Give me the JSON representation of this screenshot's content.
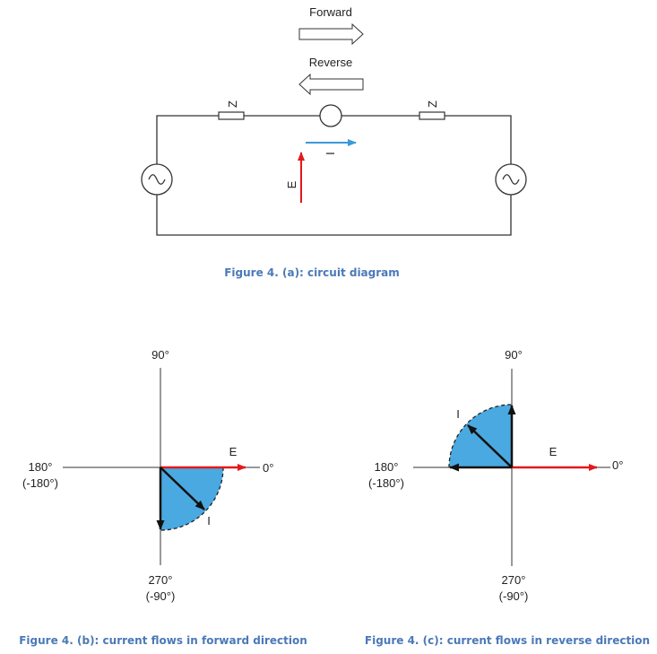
{
  "colors": {
    "wire": "#333333",
    "e_vector": "#e3191b",
    "i_vector": "#3a9ad9",
    "shade": "#4aa9e0",
    "caption": "#4a79b8"
  },
  "circuit": {
    "forward_label": "Forward",
    "reverse_label": "Reverse",
    "z_left": "Z",
    "z_right": "Z",
    "e_label": "E",
    "i_label": "I",
    "source_symbol": "~",
    "caption": "Figure 4. (a): circuit diagram"
  },
  "phasor_forward": {
    "angle_0": "0°",
    "angle_90": "90°",
    "angle_180": "180°",
    "angle_180_alt": "(-180°)",
    "angle_270": "270°",
    "angle_270_alt": "(-90°)",
    "e_label": "E",
    "i_label": "I",
    "caption": "Figure 4. (b): current flows in forward direction"
  },
  "phasor_reverse": {
    "angle_0": "0°",
    "angle_90": "90°",
    "angle_180": "180°",
    "angle_180_alt": "(-180°)",
    "angle_270": "270°",
    "angle_270_alt": "(-90°)",
    "e_label": "E",
    "i_label": "I",
    "caption": "Figure 4. (c): current flows in reverse direction"
  }
}
